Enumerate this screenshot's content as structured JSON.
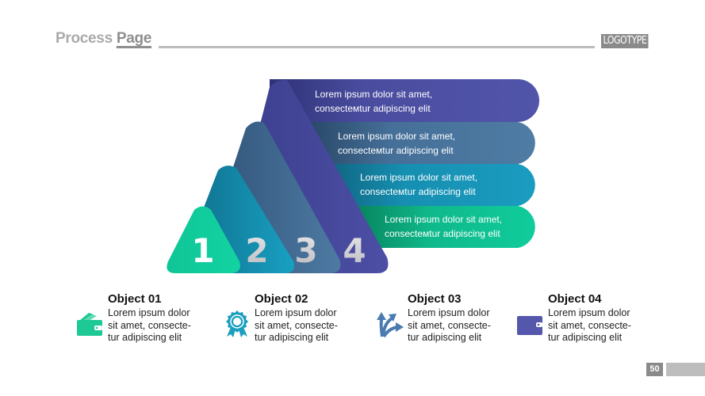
{
  "header": {
    "title_part1": "Process ",
    "title_part2": "Page",
    "logo": "LOGOTYPE"
  },
  "diagram": {
    "levels": [
      {
        "number": "1",
        "text_line1": "Lorem ipsum dolor sit amet,",
        "text_line2": "consectемtur adipiscing elit",
        "color": "#0fc99a"
      },
      {
        "number": "2",
        "text_line1": "Lorem ipsum dolor sit amet,",
        "text_line2": "consectемtur adipiscing elit",
        "color": "#1797b8"
      },
      {
        "number": "3",
        "text_line1": "Lorem ipsum dolor sit amet,",
        "text_line2": "consectемtur adipiscing elit",
        "color": "#4a77a0"
      },
      {
        "number": "4",
        "text_line1": "Lorem ipsum dolor sit amet,",
        "text_line2": "consectемtur adipiscing elit",
        "color": "#4e4fa6"
      }
    ]
  },
  "objects": [
    {
      "title": "Object 01",
      "line1": "Lorem ipsum dolor",
      "line2": "sit amet, consecte-",
      "line3": "tur adipiscing elit",
      "icon": "wallet-icon",
      "icon_color": "#1ec996"
    },
    {
      "title": "Object 02",
      "line1": "Lorem ipsum dolor",
      "line2": "sit amet, consecte-",
      "line3": "tur adipiscing elit",
      "icon": "award-badge-icon",
      "icon_color": "#1a9fbf"
    },
    {
      "title": "Object 03",
      "line1": "Lorem ipsum dolor",
      "line2": "sit amet, consecte-",
      "line3": "tur adipiscing elit",
      "icon": "split-arrows-icon",
      "icon_color": "#4a7bb0"
    },
    {
      "title": "Object 04",
      "line1": "Lorem ipsum dolor",
      "line2": "sit amet, consecte-",
      "line3": "tur adipiscing elit",
      "icon": "closed-wallet-icon",
      "icon_color": "#5457ab"
    }
  ],
  "footer": {
    "page_number": "50"
  }
}
